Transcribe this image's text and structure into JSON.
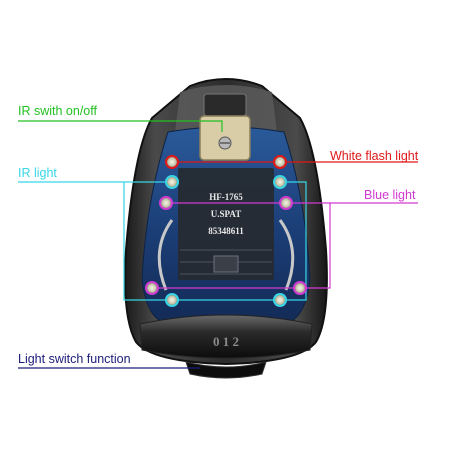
{
  "labels": {
    "ir_switch": "IR swith on/off",
    "ir_light": "IR light",
    "white_flash": "White flash light",
    "blue_light": "Blue light",
    "switch_function": "Light switch function"
  },
  "device_text": {
    "model": "HF-1765",
    "patent": "U.SPAT",
    "number": "85348611",
    "dial": "0 1 2"
  },
  "colors": {
    "ir_switch": "#22c022",
    "ir_light": "#37d6e6",
    "white_flash": "#e01818",
    "blue_light": "#d23ad2",
    "switch_function": "#1c1c7a"
  }
}
